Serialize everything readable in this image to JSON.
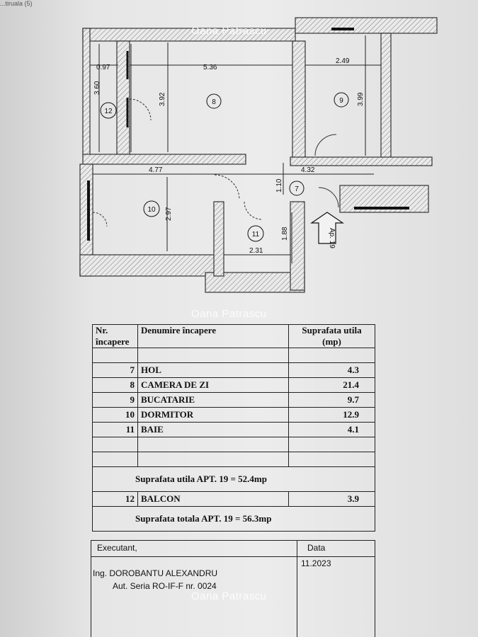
{
  "page": {
    "header_fragment": "...tiruala (5)"
  },
  "watermarks": [
    "Oana Patrascu",
    "Oana Patrascu",
    "Oana Patrascu"
  ],
  "plan": {
    "rooms": [
      {
        "id": "7",
        "label": "7"
      },
      {
        "id": "8",
        "label": "8"
      },
      {
        "id": "9",
        "label": "9"
      },
      {
        "id": "10",
        "label": "10"
      },
      {
        "id": "11",
        "label": "11"
      },
      {
        "id": "12",
        "label": "12"
      }
    ],
    "dimensions": {
      "balcony_width": "0.97",
      "living_width": "5.36",
      "kitchen_width": "2.49",
      "balcony_length": "3.60",
      "living_length": "3.92",
      "kitchen_length": "3.99",
      "bedroom_width": "4.77",
      "hall_width": "4.32",
      "hall_length": "1.10",
      "bedroom_length": "2.97",
      "bath_width": "2.31",
      "bath_length": "1.88"
    },
    "entrance_label": "Ap. 19"
  },
  "legend": {
    "headers": {
      "nr": "Nr. încapere",
      "name": "Denumire încapere",
      "area": "Suprafata utila (mp)"
    },
    "rows": [
      {
        "nr": "7",
        "name": "HOL",
        "area": "4.3"
      },
      {
        "nr": "8",
        "name": "CAMERA DE ZI",
        "area": "21.4"
      },
      {
        "nr": "9",
        "name": "BUCATARIE",
        "area": "9.7"
      },
      {
        "nr": "10",
        "name": "DORMITOR",
        "area": "12.9"
      },
      {
        "nr": "11",
        "name": "BAIE",
        "area": "4.1"
      }
    ],
    "useful_total": "Suprafata utila APT. 19 = 52.4mp",
    "balcony": {
      "nr": "12",
      "name": "BALCON",
      "area": "3.9"
    },
    "grand_total": "Suprafata totala APT. 19 = 56.3mp"
  },
  "signature": {
    "executant_label": "Executant,",
    "date_label": "Data",
    "date_value": "11.2023",
    "engineer": "Ing. DOROBANTU ALEXANDRU",
    "authorization": "Aut. Seria RO-IF-F nr. 0024"
  }
}
